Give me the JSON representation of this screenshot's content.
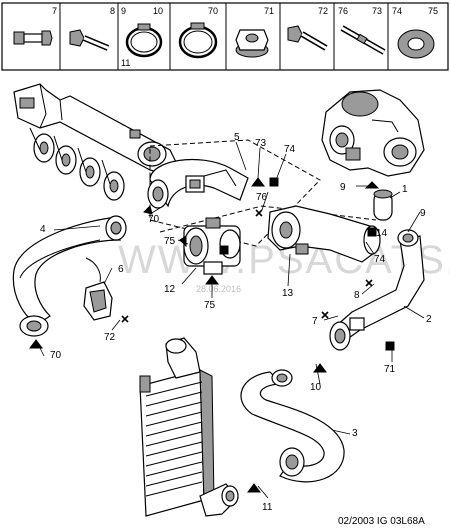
{
  "header": {
    "cells": [
      {
        "num": "7",
        "icon": "screw-stud-icon"
      },
      {
        "num": "8",
        "icon": "bolt-icon"
      },
      {
        "num": "9",
        "num2": "10",
        "num3": "11",
        "icon": "hose-clamp-icon"
      },
      {
        "num": "70",
        "icon": "hose-clamp-icon"
      },
      {
        "num": "71",
        "icon": "flange-nut-icon"
      },
      {
        "num": "72",
        "icon": "bolt-icon"
      },
      {
        "num": "76",
        "num2": "73",
        "icon": "stud-icon"
      },
      {
        "num": "74",
        "num2": "75",
        "icon": "washer-icon"
      }
    ]
  },
  "callouts": {
    "c1": "1",
    "c2": "2",
    "c3": "3",
    "c4": "4",
    "c5": "5",
    "c6": "6",
    "c7": "7",
    "c8": "8",
    "c9a": "9",
    "c9b": "9",
    "c10": "10",
    "c11": "11",
    "c12": "12",
    "c13": "13",
    "c14": "14",
    "c70a": "70",
    "c70b": "70",
    "c71": "71",
    "c72": "72",
    "c73": "73",
    "c74a": "74",
    "c74b": "74",
    "c75a": "75",
    "c75b": "75",
    "c76": "76"
  },
  "watermark": {
    "site": "WWW.PSACATS.RU",
    "date": "28.06.2016"
  },
  "footer": {
    "code": "02/2003  IG 03L68A"
  }
}
